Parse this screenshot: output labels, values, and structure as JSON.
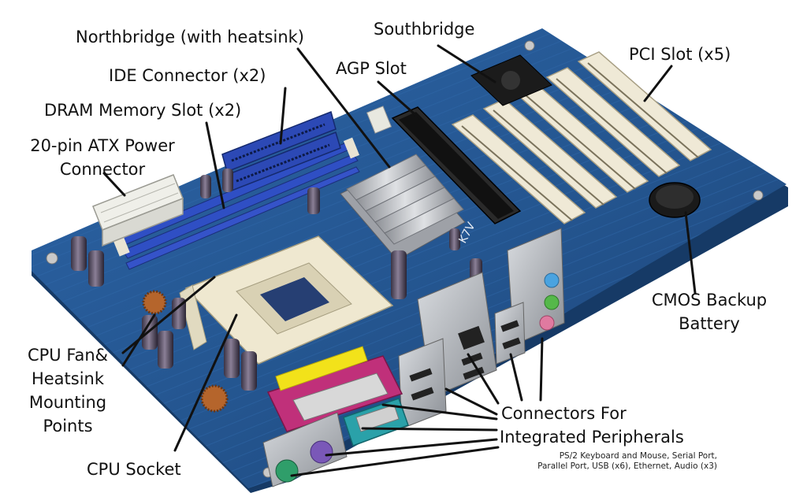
{
  "labels": {
    "northbridge": "Northbridge (with heatsink)",
    "southbridge": "Southbridge",
    "agp_slot": "AGP Slot",
    "pci_slot": "PCI Slot (x5)",
    "ide_connector": "IDE Connector (x2)",
    "dram_slot": "DRAM Memory Slot (x2)",
    "atx_power_line1": "20-pin ATX Power",
    "atx_power_line2": "Connector",
    "cmos_line1": "CMOS Backup",
    "cmos_line2": "Battery",
    "cpu_fan_line1": "CPU Fan&",
    "cpu_fan_line2": "Heatsink",
    "cpu_fan_line3": "Mounting",
    "cpu_fan_line4": "Points",
    "cpu_socket": "CPU Socket",
    "connectors_line1": "Connectors For",
    "connectors_line2": "Integrated Peripherals",
    "connectors_detail_line1": "PS/2 Keyboard and Mouse, Serial Port,",
    "connectors_detail_line2": "Parallel Port, USB (x6), Ethernet, Audio (x3)"
  },
  "board_markings": {
    "model": "K7V"
  },
  "colors": {
    "pcb": "#24558f",
    "pcb_dark": "#163a66",
    "pci_slot": "#efe9d6",
    "agp_slot": "#2a2a2a",
    "dram_slot": "#2f4fc4",
    "socket": "#efe8d0",
    "heatsink": "#b9bcc2",
    "parallel_port": "#c0307a",
    "serial_port": "#2aa1a9",
    "ps2_mouse": "#2f9e6a",
    "ps2_keyboard": "#7a58b8",
    "audio_blue": "#4aa3e0",
    "audio_green": "#55b84a",
    "audio_pink": "#e07aa0",
    "sticker": "#f2e21a"
  }
}
